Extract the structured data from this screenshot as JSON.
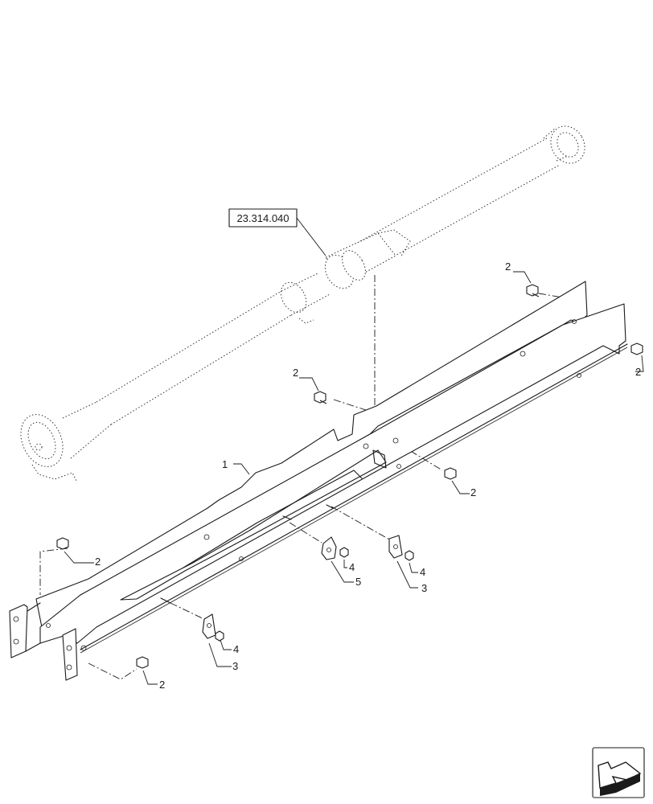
{
  "reference_box": {
    "text": "23.314.040"
  },
  "callouts": [
    "1",
    "2",
    "2",
    "2",
    "2",
    "2",
    "2",
    "3",
    "3",
    "4",
    "4",
    "4",
    "5"
  ],
  "icons": {
    "corner": "navigation-arrow-icon",
    "bolt": "flange-bolt-icon"
  }
}
